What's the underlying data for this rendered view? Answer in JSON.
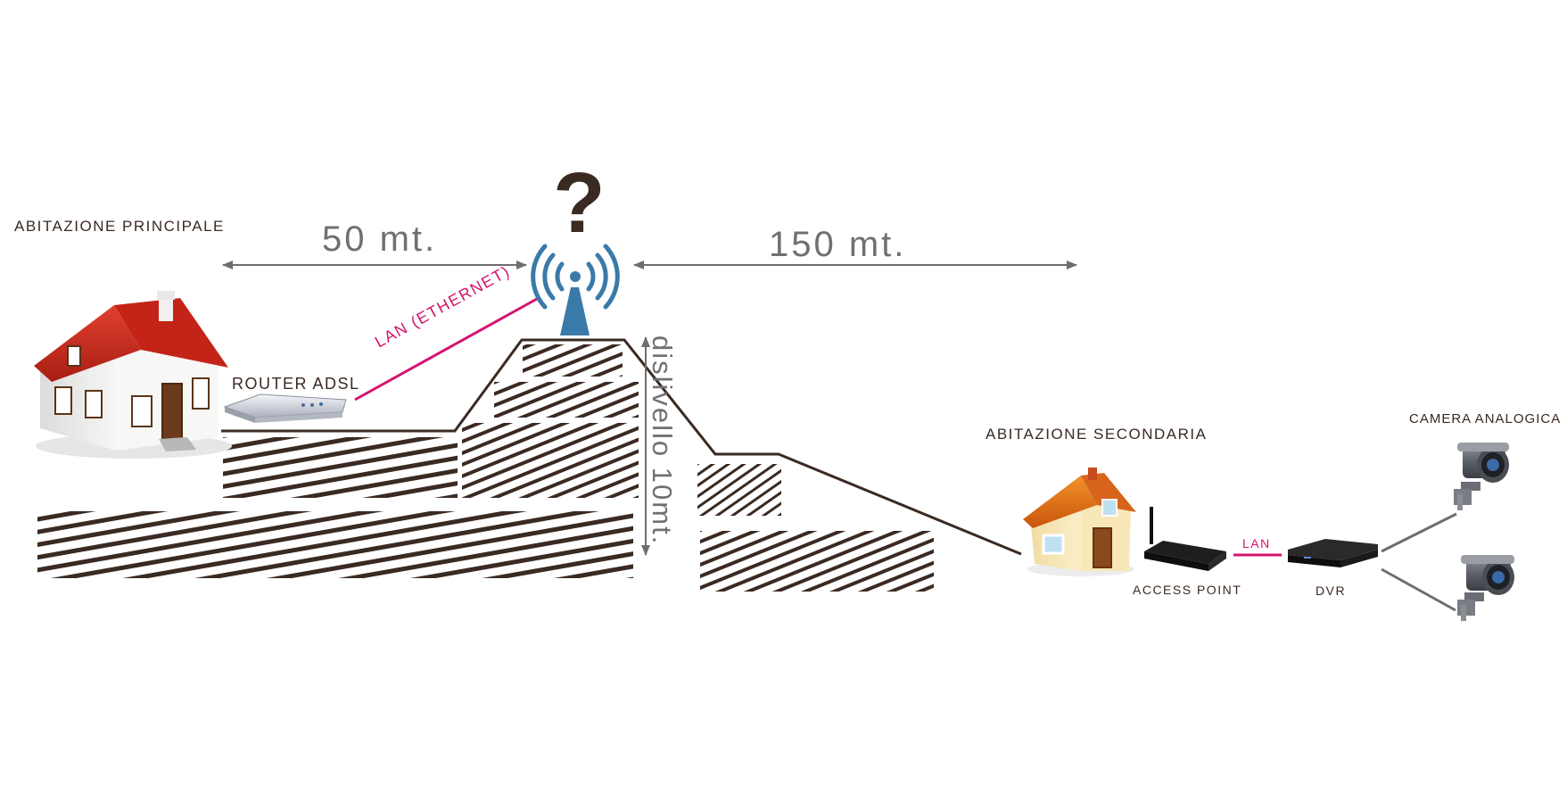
{
  "labels": {
    "main_house": "ABITAZIONE PRINCIPALE",
    "distance_left": "50 mt.",
    "distance_right": "150 mt.",
    "question_mark": "?",
    "router": "ROUTER ADSL",
    "lan_ethernet": "LAN (ETHERNET)",
    "height_difference": "dislivello 10mt.",
    "secondary_house": "ABITAZIONE SECONDARIA",
    "analog_camera": "CAMERA ANALOGICA",
    "access_point": "ACCESS POINT",
    "lan": "LAN",
    "dvr": "DVR"
  },
  "icons": [
    "house-icon",
    "router-icon",
    "wifi-antenna-icon",
    "small-house-icon",
    "access-point-icon",
    "dvr-icon",
    "security-camera-icon"
  ],
  "colors": {
    "ground": "#3a2a22",
    "lan_link": "#d4146e",
    "arrows": "#6e6e6e",
    "antenna": "#3a7aa8",
    "roof": "#cc2a1e",
    "walls": "#f2f2f0"
  }
}
